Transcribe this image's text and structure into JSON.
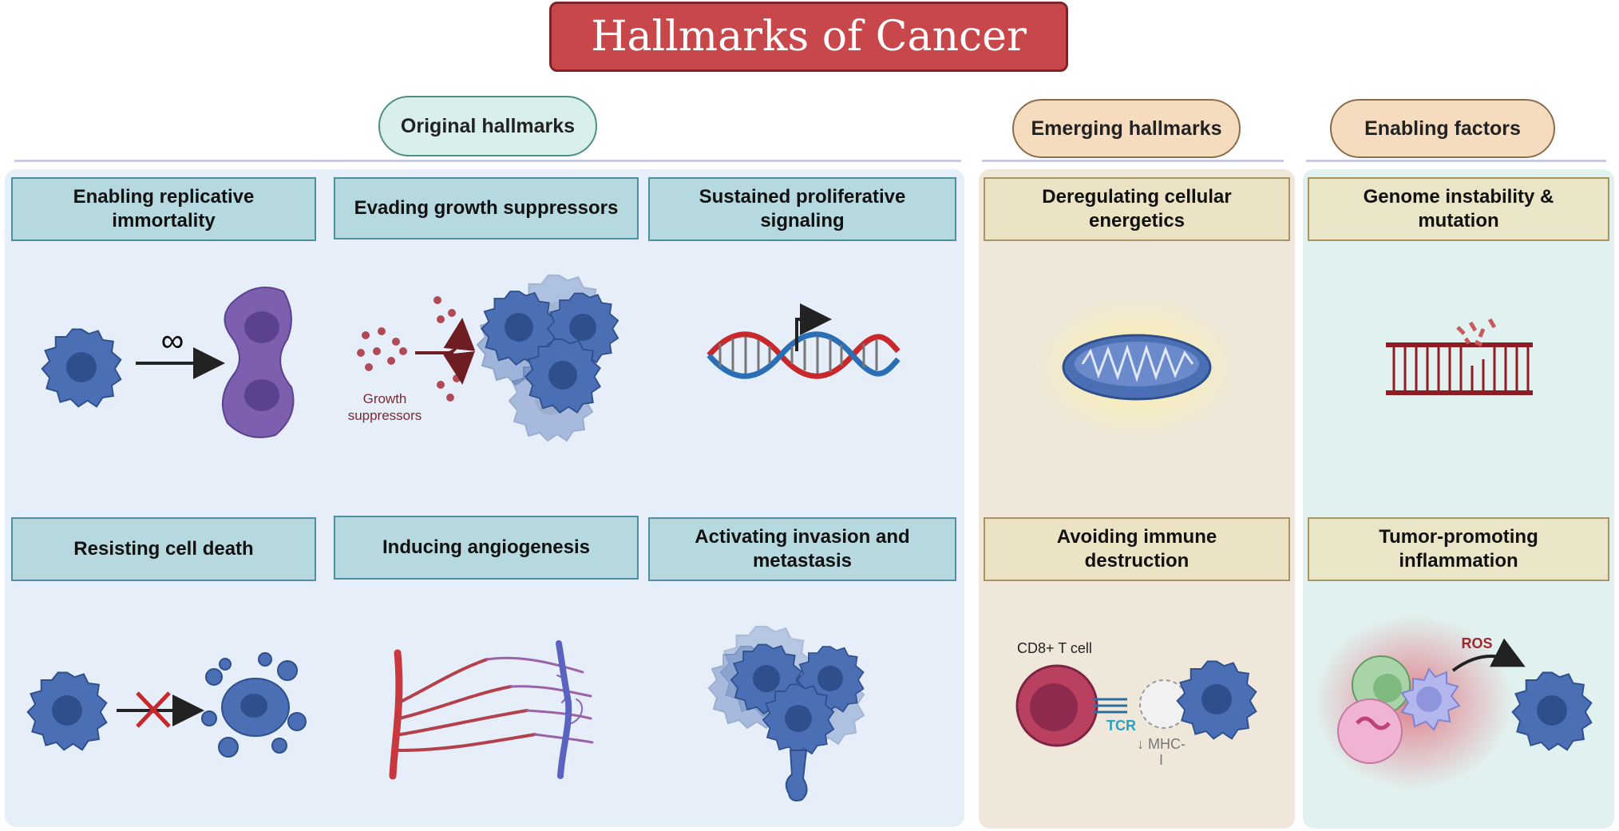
{
  "title": "Hallmarks of Cancer",
  "groups": {
    "original": "Original hallmarks",
    "emerging": "Emerging hallmarks",
    "enabling": "Enabling factors"
  },
  "hallmarks": {
    "replicative_immortality": "Enabling replicative\nimmortality",
    "growth_suppressors": "Evading growth suppressors",
    "proliferative_signaling": "Sustained proliferative\nsignaling",
    "cell_death": "Resisting cell death",
    "angiogenesis": "Inducing angiogenesis",
    "invasion_metastasis": "Activating invasion and\nmetastasis",
    "cellular_energetics": "Deregulating cellular\nenergetics",
    "immune_destruction": "Avoiding immune\ndestruction",
    "genome_instability": "Genome instability &\nmutation",
    "inflammation": "Tumor-promoting\ninflammation"
  },
  "annotations": {
    "infinity": "∞",
    "growth_suppressors_line1": "Growth",
    "growth_suppressors_line2": "suppressors",
    "cd8_t_cell": "CD8+ T cell",
    "tcr": "TCR",
    "mhc_line1": "↓ MHC-",
    "mhc_line2": "I",
    "ros": "ROS"
  },
  "colors": {
    "title_red": "#c8474a",
    "cell_blue": "#4a6fb5",
    "cell_purple": "#7d5fb0",
    "dna_red": "#c8282c",
    "dna_blue": "#2a6fb5",
    "tcell_red": "#b9405f"
  },
  "icons": [
    "cancer-cell-icon",
    "dividing-cell-icon",
    "cell-cluster-icon",
    "dna-helix-icon",
    "mitochondrion-icon",
    "damaged-dna-icon",
    "apoptotic-cell-icon",
    "blood-vessel-icon",
    "t-cell-icon",
    "immune-cells-icon"
  ]
}
